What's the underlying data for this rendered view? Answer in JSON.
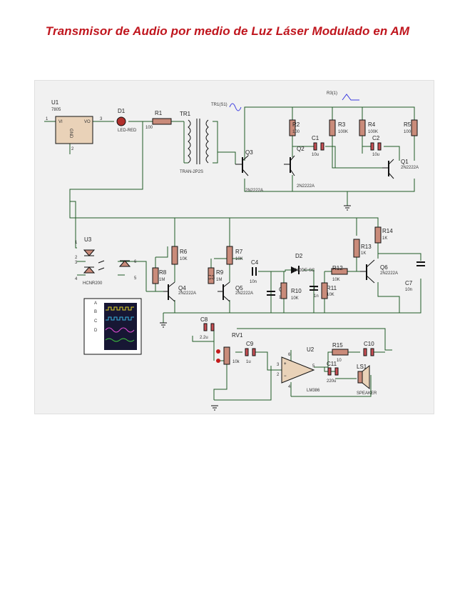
{
  "title": "Transmisor de Audio por medio de Luz Láser Modulado en AM",
  "colors": {
    "title": "#c0161e",
    "wire": "#1f5a25",
    "component": "#111111",
    "board": "#f1f1f1",
    "component_fill": "#c98b7a",
    "cap_fill": "#c94f54",
    "probe": "#7a2dc8"
  },
  "labels": {
    "u1": {
      "ref": "U1",
      "val": "7805",
      "vi": "VI",
      "vo": "VO",
      "gnd": "GND",
      "p1": "1",
      "p2": "2",
      "p3": "3"
    },
    "d1": {
      "ref": "D1",
      "val": "LED-RED"
    },
    "r1": {
      "ref": "R1",
      "val": "100"
    },
    "tr1": {
      "ref": "TR1",
      "val": "TRAN-2P2S",
      "probe": "TR1(S1)"
    },
    "q3": {
      "ref": "Q3",
      "val": "2N2222A"
    },
    "q2": {
      "ref": "Q2",
      "val": "2N2222A"
    },
    "q1": {
      "ref": "Q1",
      "val": "2N2222A"
    },
    "r2": {
      "ref": "R2",
      "val": "100"
    },
    "r3": {
      "ref": "R3",
      "val": "100K",
      "probe": "R3(1)"
    },
    "r4": {
      "ref": "R4",
      "val": "100K"
    },
    "r5": {
      "ref": "R5",
      "val": "100"
    },
    "c1": {
      "ref": "C1",
      "val": "10u"
    },
    "c2": {
      "ref": "C2",
      "val": "10u"
    },
    "u3": {
      "ref": "U3",
      "val": "HCNR200",
      "p1": "1",
      "p2": "2",
      "p3": "3",
      "p4": "4",
      "p5": "5",
      "p6": "6"
    },
    "r6": {
      "ref": "R6",
      "val": "10K"
    },
    "r7": {
      "ref": "R7",
      "val": "10K"
    },
    "r8": {
      "ref": "R8",
      "val": "1M"
    },
    "r9": {
      "ref": "R9",
      "val": "1M"
    },
    "c3": {
      "ref": "C3"
    },
    "q4": {
      "ref": "Q4",
      "val": "2N2222A"
    },
    "q5": {
      "ref": "Q5",
      "val": "2N2222A"
    },
    "c4": {
      "ref": "C4",
      "val": "10n"
    },
    "c5": {
      "ref": "C5",
      "val": "1n"
    },
    "d2": {
      "ref": "D2",
      "val": "DIODE-SC"
    },
    "c6": {
      "ref": "C",
      "val": "1n"
    },
    "r10": {
      "ref": "R10",
      "val": "10K"
    },
    "r11": {
      "ref": "R11",
      "val": "10K"
    },
    "r12": {
      "ref": "R12",
      "val": "10K"
    },
    "r13": {
      "ref": "R13",
      "val": "1K"
    },
    "r14": {
      "ref": "R14",
      "val": "1K"
    },
    "q6": {
      "ref": "Q6",
      "val": "2N2222A"
    },
    "c7": {
      "ref": "C7",
      "val": "10n"
    },
    "c8": {
      "ref": "C8",
      "val": "2.2u"
    },
    "rv1": {
      "ref": "RV1",
      "val": "10k"
    },
    "c9": {
      "ref": "C9",
      "val": "1u"
    },
    "u2": {
      "ref": "U2",
      "val": "LM386",
      "p2": "2",
      "p3": "3",
      "p4": "4",
      "p5": "5",
      "p6": "6"
    },
    "r15": {
      "ref": "R15",
      "val": "10"
    },
    "c10": {
      "ref": "C10"
    },
    "c11": {
      "ref": "C11",
      "val": "220u"
    },
    "ls1": {
      "ref": "LS1",
      "val": "SPEAKER"
    },
    "scope": {
      "a": "A",
      "b": "B",
      "c": "C",
      "d": "D"
    }
  }
}
